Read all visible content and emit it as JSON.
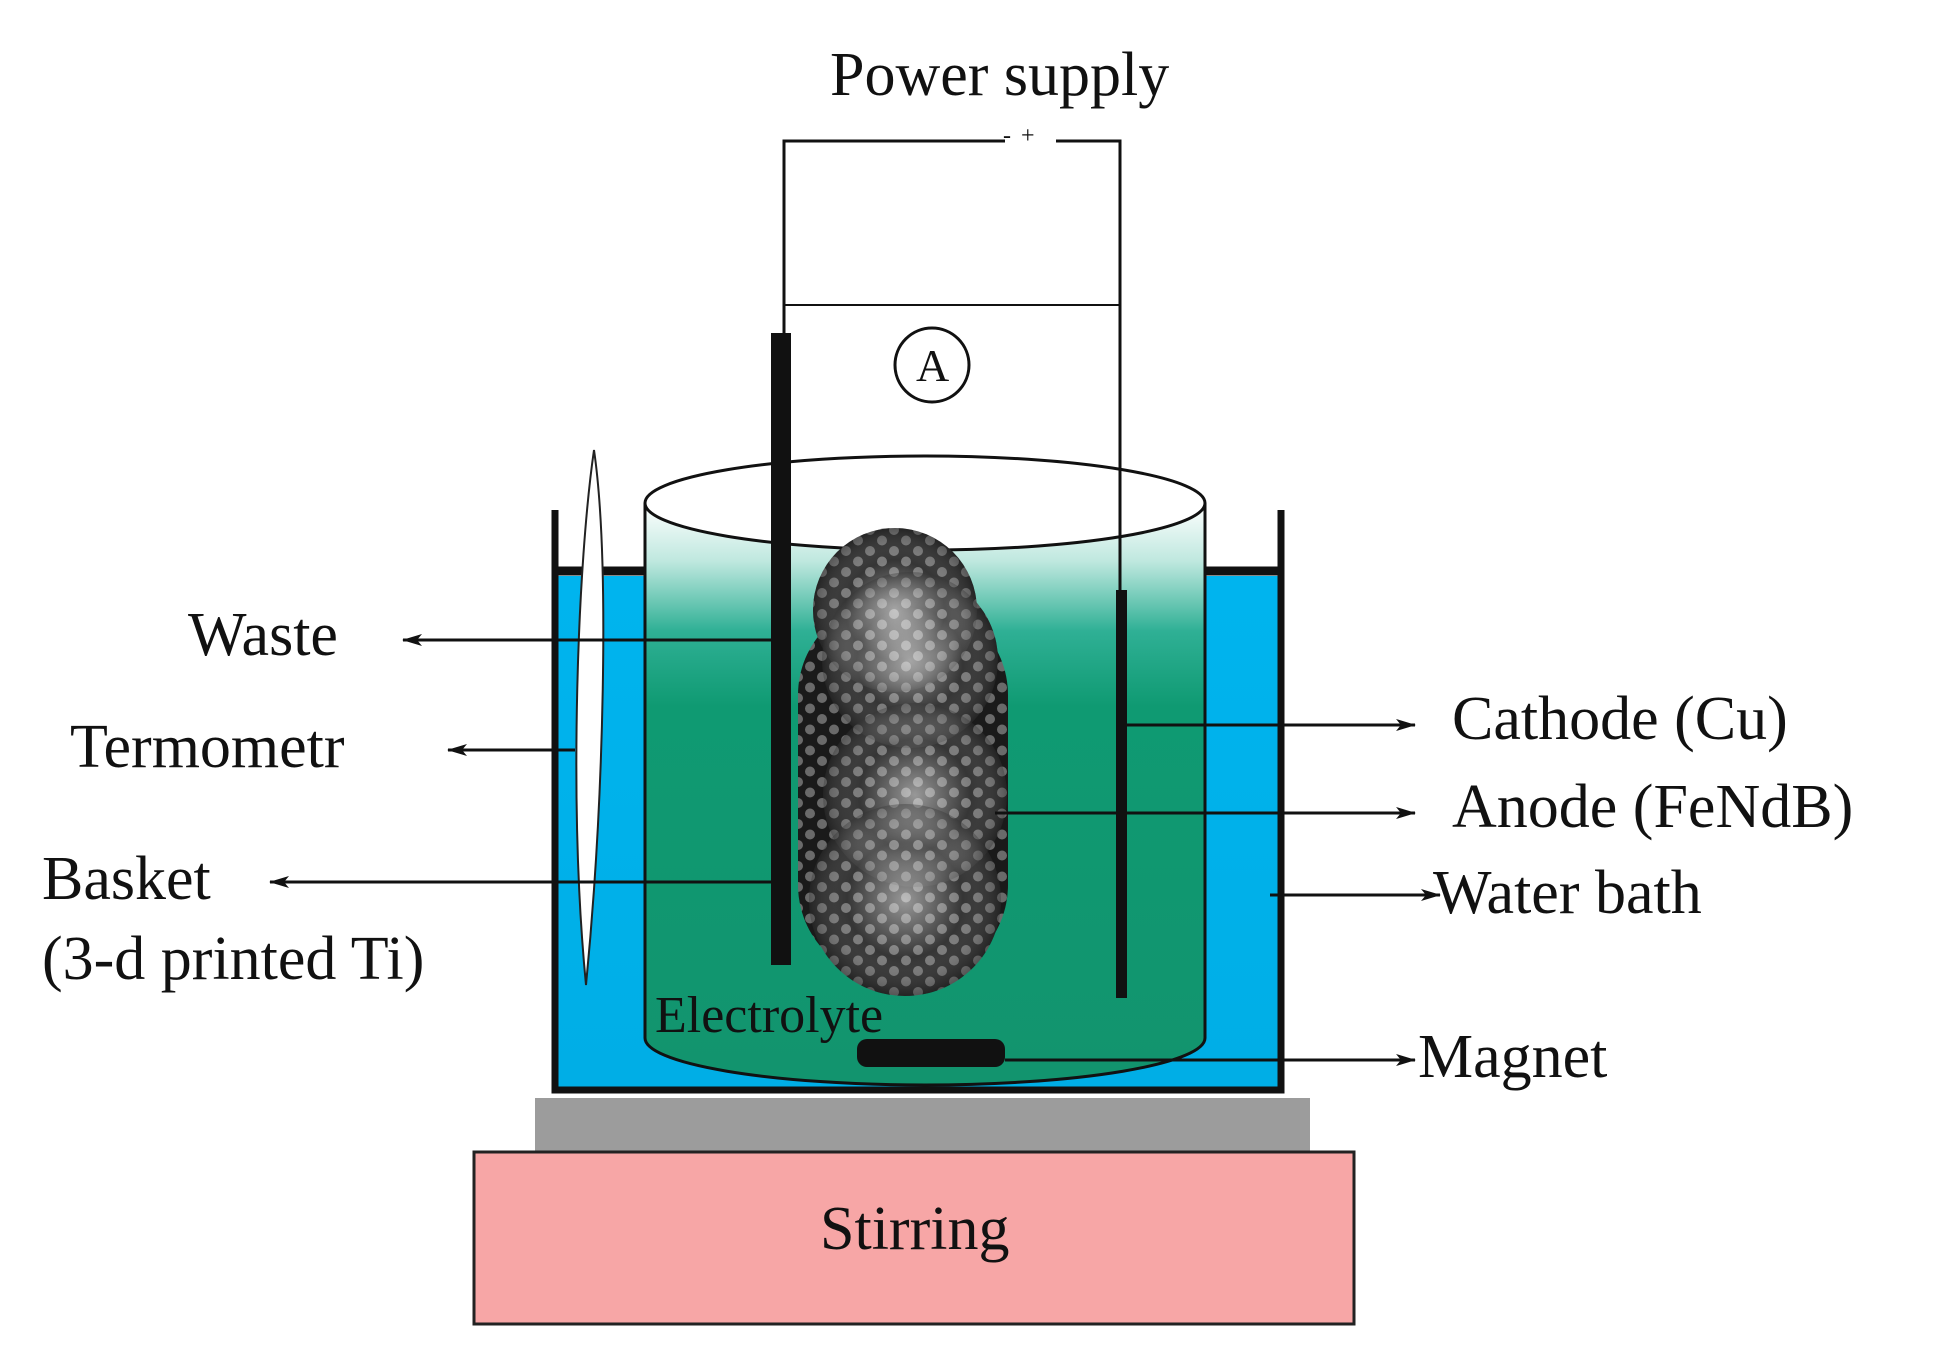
{
  "labels": {
    "power_supply": "Power supply",
    "polarity": "- +",
    "ammeter": "A",
    "waste": "Waste",
    "thermometer": "Termometr",
    "basket_line1": "Basket",
    "basket_line2": "(3-d printed Ti)",
    "cathode": "Cathode (Cu)",
    "anode": "Anode (FeNdB)",
    "water_bath": "Water bath",
    "electrolyte": "Electrolyte",
    "magnet": "Magnet",
    "stirring": "Stirring"
  },
  "colors": {
    "water_bath": "#00b4ee",
    "electrolyte": "#0f9a72",
    "stirrer_body": "#f7a6a6",
    "stirrer_top": "#9c9c9c",
    "basket_dark": "#1a1a1a",
    "line": "#111111"
  }
}
